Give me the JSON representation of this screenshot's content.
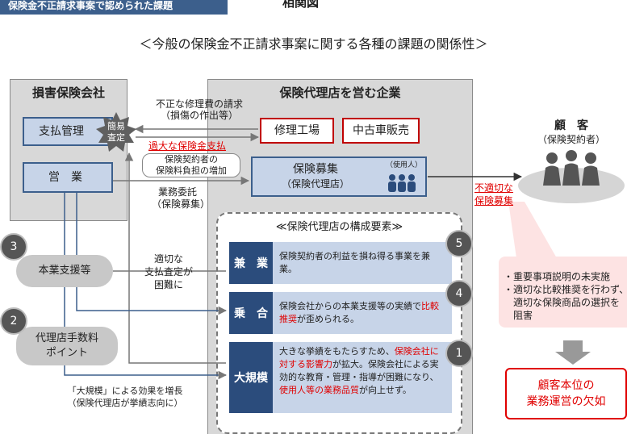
{
  "header": {
    "tag": "保険金不正請求事案で認められた課題",
    "title": "相関図"
  },
  "subtitle": "＜今般の保険金不正請求事案に関する各種の課題の関係性＞",
  "insurer": {
    "title": "損害保険会社",
    "payment_mgmt": "支払管理",
    "simple_check_1": "簡易",
    "simple_check_2": "査定",
    "sales": "営　業"
  },
  "agency": {
    "title": "保険代理店を営む企業",
    "repair_shop": "修理工場",
    "used_car": "中古車販売",
    "recruit_title": "保険募集",
    "recruit_sub": "（保険代理店）",
    "employee_label": "（使用人）"
  },
  "arrows": {
    "improper_claim_1": "不正な修理費の請求",
    "improper_claim_2": "（損傷の作出等）",
    "excess_payment": "過大な保険金支払",
    "burden_1": "保険契約者の",
    "burden_2": "保険料負担の増加",
    "outsource_1": "業務委託",
    "outsource_2": "（保険募集）",
    "proper_assess_1": "適切な",
    "proper_assess_2": "支払査定が",
    "proper_assess_3": "困難に",
    "improper_recruit_1": "不適切な",
    "improper_recruit_2": "保険募集",
    "effect_1": "「大規模」による効果を増長",
    "effect_2": "（保険代理店が挙績志向に）"
  },
  "customer": {
    "title": "顧　客",
    "sub": "（保険契約者）"
  },
  "components": {
    "title": "≪保険代理店の構成要素≫",
    "concurrent_label": "兼　業",
    "concurrent_text": "保険契約者の利益を損ね得る事業を兼業。",
    "multi_label": "乗　合",
    "multi_text_1": "保険会社からの本業支援等の実績で",
    "multi_text_red": "比較推奨",
    "multi_text_2": "が歪められる。",
    "large_label": "大規模",
    "large_text_1": "大きな挙績をもたらすため、",
    "large_text_red1": "保険会社に対する影響力",
    "large_text_2": "が拡大。保険会社による実効的な教育・管理・指導が困難になり、",
    "large_text_red2": "使用人等の業務品質",
    "large_text_3": "が向上せず。"
  },
  "circles": {
    "c1": "1",
    "c2": "2",
    "c3": "3",
    "c4": "4",
    "c5": "5"
  },
  "pills": {
    "support": "本業支援等",
    "fee_1": "代理店手数料",
    "fee_2": "ポイント"
  },
  "issues": {
    "bullet_1": "・重要事項説明の未実施",
    "bullet_2a": "・適切な比較推奨を行わず、",
    "bullet_2b": "適切な保険商品の選択を",
    "bullet_2c": "阻害",
    "result_1": "顧客本位の",
    "result_2": "業務運営の欠如"
  }
}
